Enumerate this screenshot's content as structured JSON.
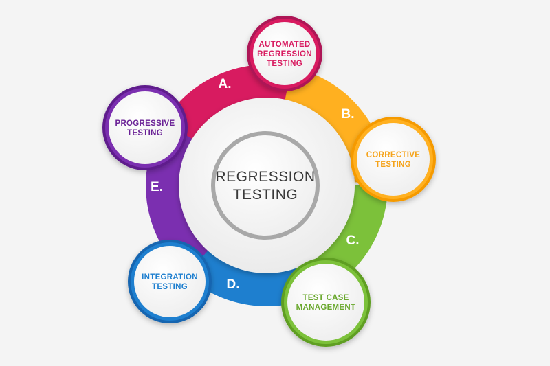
{
  "center": {
    "lines": [
      "REGRESSION",
      "TESTING"
    ]
  },
  "stages": [
    {
      "letter": "A.",
      "lines": [
        "AUTOMATED",
        "REGRESSION",
        "TESTING"
      ],
      "color": "#d81b60",
      "dark": "#ad1457",
      "text_color": "#d81b60"
    },
    {
      "letter": "B.",
      "lines": [
        "CORRECTIVE",
        "TESTING"
      ],
      "color": "#ffb020",
      "dark": "#f59a00",
      "text_color": "#f5a31a"
    },
    {
      "letter": "C.",
      "lines": [
        "TEST CASE",
        "MANAGEMENT"
      ],
      "color": "#7cc13a",
      "dark": "#5e9e23",
      "text_color": "#6aa82e"
    },
    {
      "letter": "D.",
      "lines": [
        "INTEGRATION",
        "TESTING"
      ],
      "color": "#1e7fcf",
      "dark": "#1565b0",
      "text_color": "#1e7fcf"
    },
    {
      "letter": "E.",
      "lines": [
        "PROGRESSIVE",
        "TESTING"
      ],
      "color": "#7b2fb0",
      "dark": "#5e1f8c",
      "text_color": "#6a2296"
    }
  ]
}
